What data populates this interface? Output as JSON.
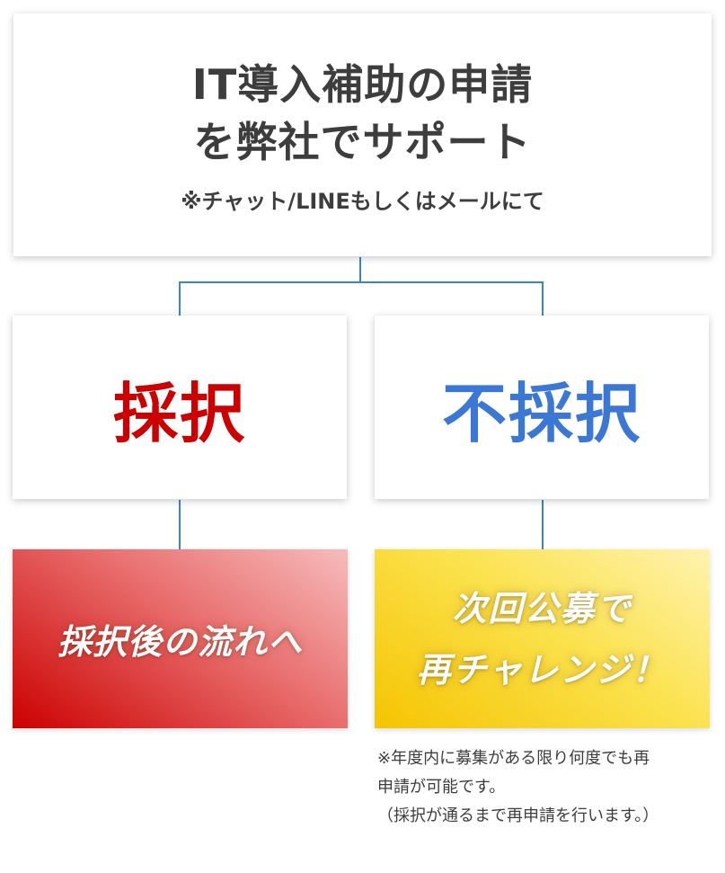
{
  "top": {
    "title_line1": "IT導入補助の申請",
    "title_line2": "を弊社でサポート",
    "note": "※チャット/LINEもしくはメールにて"
  },
  "branches": {
    "adopted_label": "採択",
    "rejected_label": "不採択"
  },
  "results": {
    "adopted_text": "採択後の流れへ",
    "rejected_line1": "次回公募で",
    "rejected_line2": "再チャレンジ！"
  },
  "footnote": {
    "line1": "※年度内に募集がある限り何度でも再",
    "line2": "申請が可能です。",
    "line3": "（採択が通るまで再申請を行います。）"
  },
  "colors": {
    "adopted": "#cc0000",
    "rejected": "#3b78d6",
    "connector": "#3b82d6",
    "text": "#3d3d3d"
  }
}
